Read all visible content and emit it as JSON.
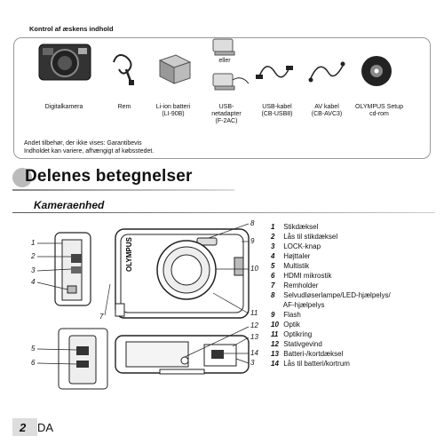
{
  "box": {
    "title": "Kontrol af æskens indhold",
    "items": [
      {
        "label": "Digitalkamera",
        "icon": "camera-icon"
      },
      {
        "label": "Rem",
        "icon": "strap-icon"
      },
      {
        "label": "Li-ion batteri\n(LI-90B)",
        "icon": "battery-icon"
      },
      {
        "label": "USB-\nnetadapter\n(F-2AC)",
        "icon": "usb-adapter-icon"
      },
      {
        "label": "USB-kabel\n(CB-USB8)",
        "icon": "usb-cable-icon"
      },
      {
        "label": "AV kabel\n(CB-AVC3)",
        "icon": "av-cable-icon"
      },
      {
        "label": "OLYMPUS Setup\ncd-rom",
        "icon": "cd-rom-icon"
      }
    ],
    "or_label": "eller",
    "note_line1": "Andet tilbehør, der ikke vises: Garantibevis",
    "note_line2": "Indholdet kan variere, afhængigt af købsstedet."
  },
  "section_title": "Delenes betegnelser",
  "subsection_title": "Kameraenhed",
  "brand_text": "OLYMPUS",
  "callouts": [
    "1",
    "2",
    "3",
    "4",
    "5",
    "6",
    "7",
    "8",
    "9",
    "10",
    "11",
    "12",
    "13",
    "14",
    "3"
  ],
  "parts": [
    {
      "num": "1",
      "label": "Stikdæksel"
    },
    {
      "num": "2",
      "label": "Lås til stikdæksel"
    },
    {
      "num": "3",
      "label": "LOCK-knap"
    },
    {
      "num": "4",
      "label": "Højttaler"
    },
    {
      "num": "5",
      "label": "Multistik"
    },
    {
      "num": "6",
      "label": "HDMI mikrostik"
    },
    {
      "num": "7",
      "label": "Remholder"
    },
    {
      "num": "8",
      "label": "Selvudløserlampe/LED-hjælpelys/"
    },
    {
      "num": "",
      "label": "AF-hjælpelys"
    },
    {
      "num": "9",
      "label": "Flash"
    },
    {
      "num": "10",
      "label": "Optik"
    },
    {
      "num": "11",
      "label": "Optikring"
    },
    {
      "num": "12",
      "label": "Stativgevind"
    },
    {
      "num": "13",
      "label": "Batteri-/kortdæksel"
    },
    {
      "num": "14",
      "label": "Lås til batteri/kortrum"
    }
  ],
  "page": {
    "number": "2",
    "lang": "DA"
  }
}
